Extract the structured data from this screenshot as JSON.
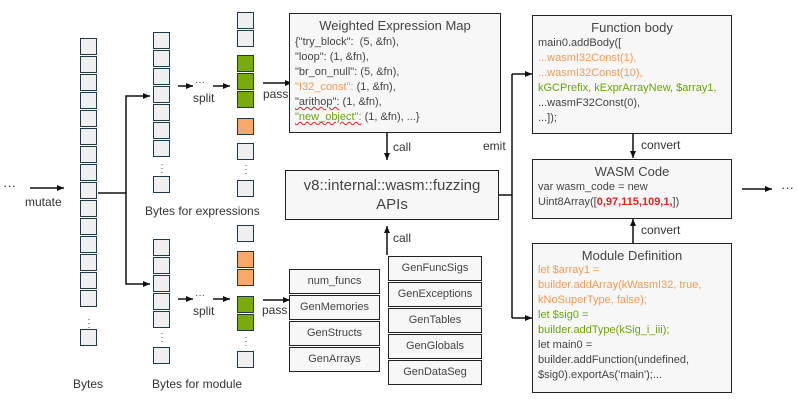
{
  "diagram": {
    "ellipsis": "···",
    "labels": {
      "mutate": "mutate",
      "split_top": "split",
      "split_bottom": "split",
      "pass_top": "pass",
      "pass_bottom": "pass",
      "call_top": "call",
      "call_bottom": "call",
      "emit": "emit",
      "convert_top": "convert",
      "convert_bottom": "convert",
      "bytes": "Bytes",
      "bytes_expressions": "Bytes for expressions",
      "bytes_module": "Bytes for module"
    },
    "weighted_map": {
      "title": "Weighted Expression Map",
      "lines": [
        {
          "key": "{\"try_block\":",
          "value": "  (5, &fn),",
          "color": "default",
          "squiggle": false
        },
        {
          "key": "\"loop\":",
          "value": " (1, &fn),",
          "color": "default",
          "squiggle": false
        },
        {
          "key": "\"br_on_null\":",
          "value": " (5, &fn),",
          "color": "default",
          "squiggle": false
        },
        {
          "key": "\"I32_const\":",
          "value": " (1, &fn),",
          "color": "orange",
          "squiggle": false
        },
        {
          "key": "\"arithop\":",
          "value": " (1, &fn),",
          "color": "default",
          "squiggle": true
        },
        {
          "key": "\"new_object\":",
          "value": " (1, &fn), ...}",
          "color": "green",
          "squiggle": true
        }
      ]
    },
    "fuzzing_api": {
      "line1": "v8::internal::wasm::fuzzing",
      "line2": "APIs"
    },
    "module_gens_left": [
      {
        "label": "num_funcs",
        "color": "default"
      },
      {
        "label": "GenMemories",
        "color": "default"
      },
      {
        "label": "GenStructs",
        "color": "default"
      },
      {
        "label": "GenArrays",
        "color": "orange"
      }
    ],
    "module_gens_right": [
      {
        "label": "GenFuncSigs",
        "color": "green"
      },
      {
        "label": "GenExceptions",
        "color": "default"
      },
      {
        "label": "GenTables",
        "color": "default"
      },
      {
        "label": "GenGlobals",
        "color": "default"
      },
      {
        "label": "GenDataSeg",
        "color": "default"
      }
    ],
    "function_body": {
      "title": "Function body",
      "lines": [
        {
          "text": "main0.addBody([",
          "color": "default"
        },
        {
          "text": "...wasmI32Const(1),",
          "color": "orange"
        },
        {
          "text": "...wasmI32Const(10),",
          "color": "orange"
        },
        {
          "text": "kGCPrefix, kExprArrayNew, $array1,",
          "color": "green"
        },
        {
          "text": "...wasmF32Const(0),",
          "color": "default"
        },
        {
          "text": "...]);",
          "color": "default"
        }
      ]
    },
    "wasm_code": {
      "title": "WASM Code",
      "line1": "var wasm_code = new",
      "line2_prefix": "Uint8Array([",
      "line2_bytes": "0,97,115,109,1,",
      "line2_suffix": "])"
    },
    "module_definition": {
      "title": "Module Definition",
      "lines": [
        {
          "text": "let $array1 =",
          "color": "orange"
        },
        {
          "text": "builder.addArray(kWasmI32, true,",
          "color": "orange"
        },
        {
          "text": "kNoSuperType, false);",
          "color": "orange"
        },
        {
          "text": "let $sig0 =",
          "color": "green"
        },
        {
          "text": "builder.addType(kSig_i_iii);",
          "color": "green"
        },
        {
          "text": "let main0 =",
          "color": "default"
        },
        {
          "text": "builder.addFunction(undefined,",
          "color": "default"
        },
        {
          "text": "$sig0).exportAs('main');...",
          "color": "default"
        }
      ]
    },
    "colors": {
      "cell_fill": "#efefef",
      "cell_border": "#1e3a4a",
      "green": "#7aab0e",
      "orange": "#f7a86a",
      "text_orange": "#f39a55",
      "text_green": "#6aa50c",
      "text_red": "#e8221b"
    }
  }
}
